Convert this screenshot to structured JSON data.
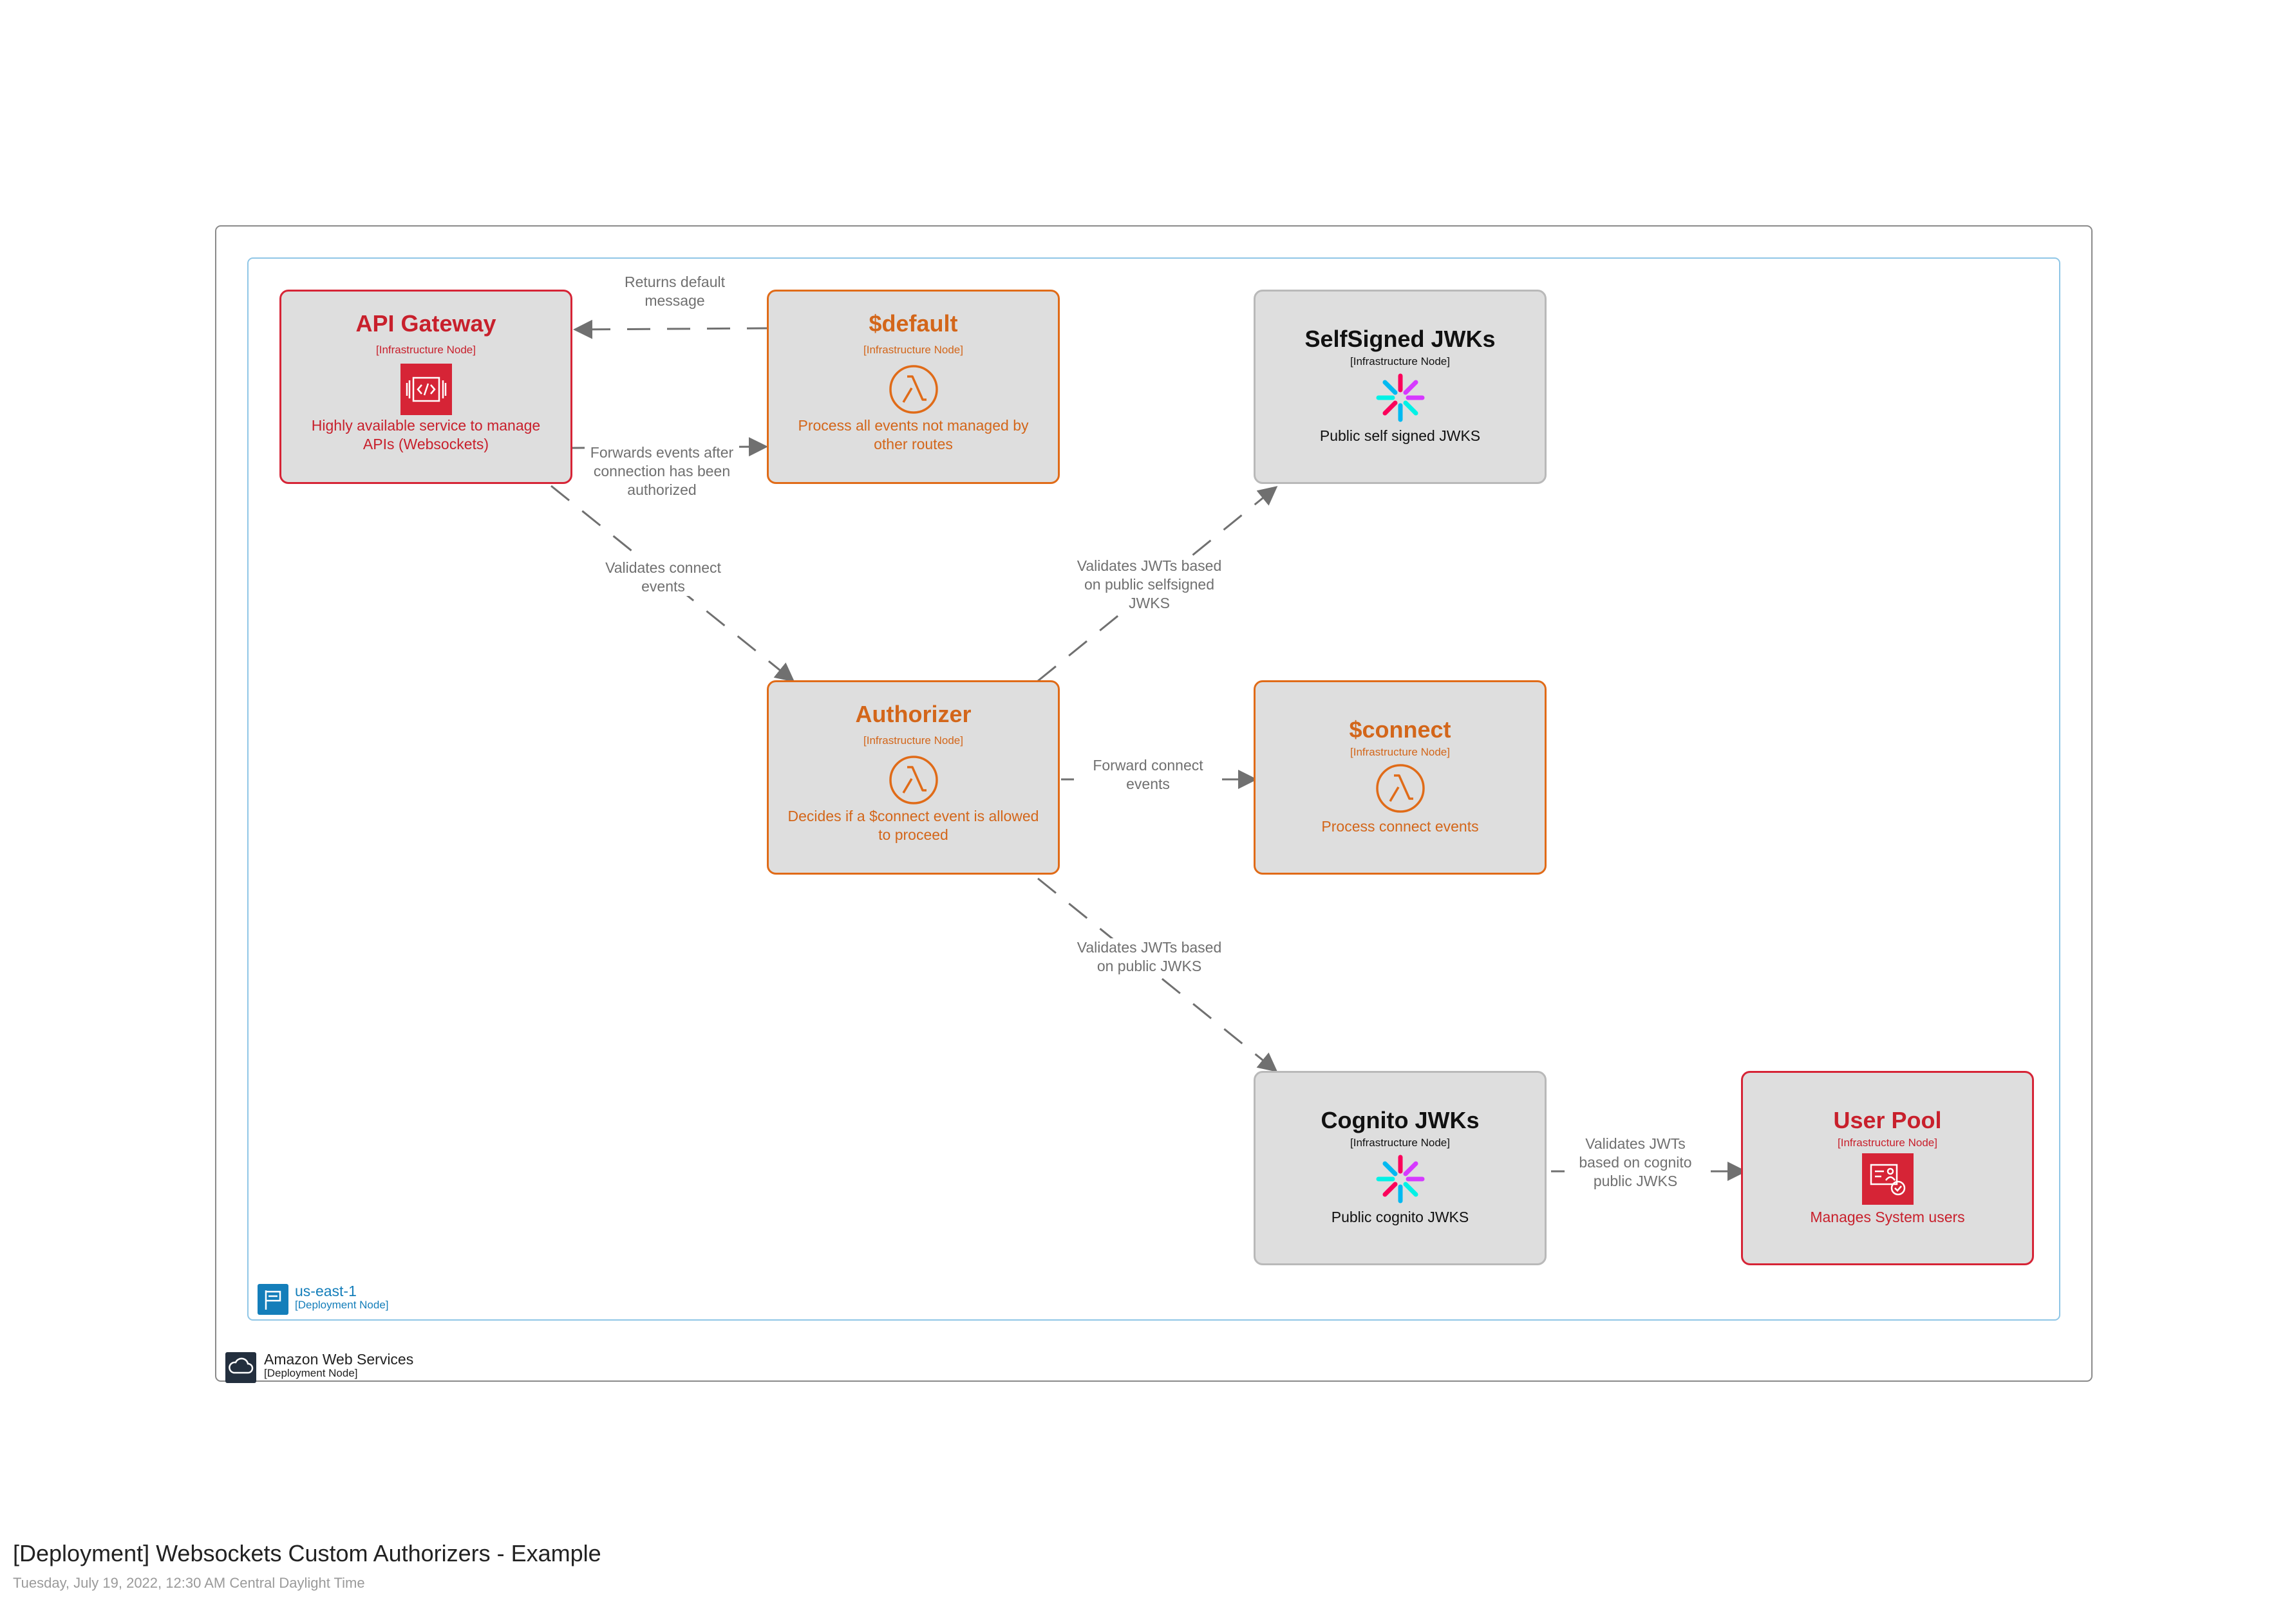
{
  "groups": {
    "aws": {
      "name": "Amazon Web Services",
      "type": "[Deployment Node]"
    },
    "region": {
      "name": "us-east-1",
      "type": "[Deployment Node]"
    }
  },
  "nodes": {
    "api_gateway": {
      "title": "API Gateway",
      "type": "[Infrastructure Node]",
      "desc": "Highly available service to manage APIs (Websockets)"
    },
    "default": {
      "title": "$default",
      "type": "[Infrastructure Node]",
      "desc": "Process all events not managed by other routes"
    },
    "selfsigned": {
      "title": "SelfSigned JWKs",
      "type": "[Infrastructure Node]",
      "desc": "Public self signed JWKS"
    },
    "authorizer": {
      "title": "Authorizer",
      "type": "[Infrastructure Node]",
      "desc": "Decides if a $connect event is allowed to proceed"
    },
    "connect": {
      "title": "$connect",
      "type": "[Infrastructure Node]",
      "desc": "Process connect events"
    },
    "cognito": {
      "title": "Cognito JWKs",
      "type": "[Infrastructure Node]",
      "desc": "Public cognito JWKS"
    },
    "userpool": {
      "title": "User Pool",
      "type": "[Infrastructure Node]",
      "desc": "Manages System users"
    }
  },
  "edges": {
    "returns_default": "Returns default message",
    "forwards_events": "Forwards events after connection has been authorized",
    "validates_connect": "Validates connect events",
    "validates_selfsigned": "Validates JWTs based on public selfsigned JWKS",
    "forward_connect": "Forward connect events",
    "validates_jwks": "Validates JWTs based on public JWKS",
    "validates_cognito": "Validates JWTs based on cognito public JWKS"
  },
  "footer": {
    "title": "[Deployment] Websockets Custom Authorizers - Example",
    "date": "Tuesday, July 19, 2022, 12:30 AM Central Daylight Time"
  },
  "colors": {
    "aws_red": "#d62436",
    "lambda_orange": "#e06b18",
    "node_fill": "#dedede",
    "edge_gray": "#707070",
    "region_blue": "#8fc6e6"
  },
  "icons": {
    "api_gateway": "api-gateway-icon",
    "lambda": "lambda-icon",
    "jwt": "jwt-icon",
    "user_pool": "cognito-user-pool-icon",
    "region": "region-flag-icon",
    "cloud": "cloud-icon"
  }
}
